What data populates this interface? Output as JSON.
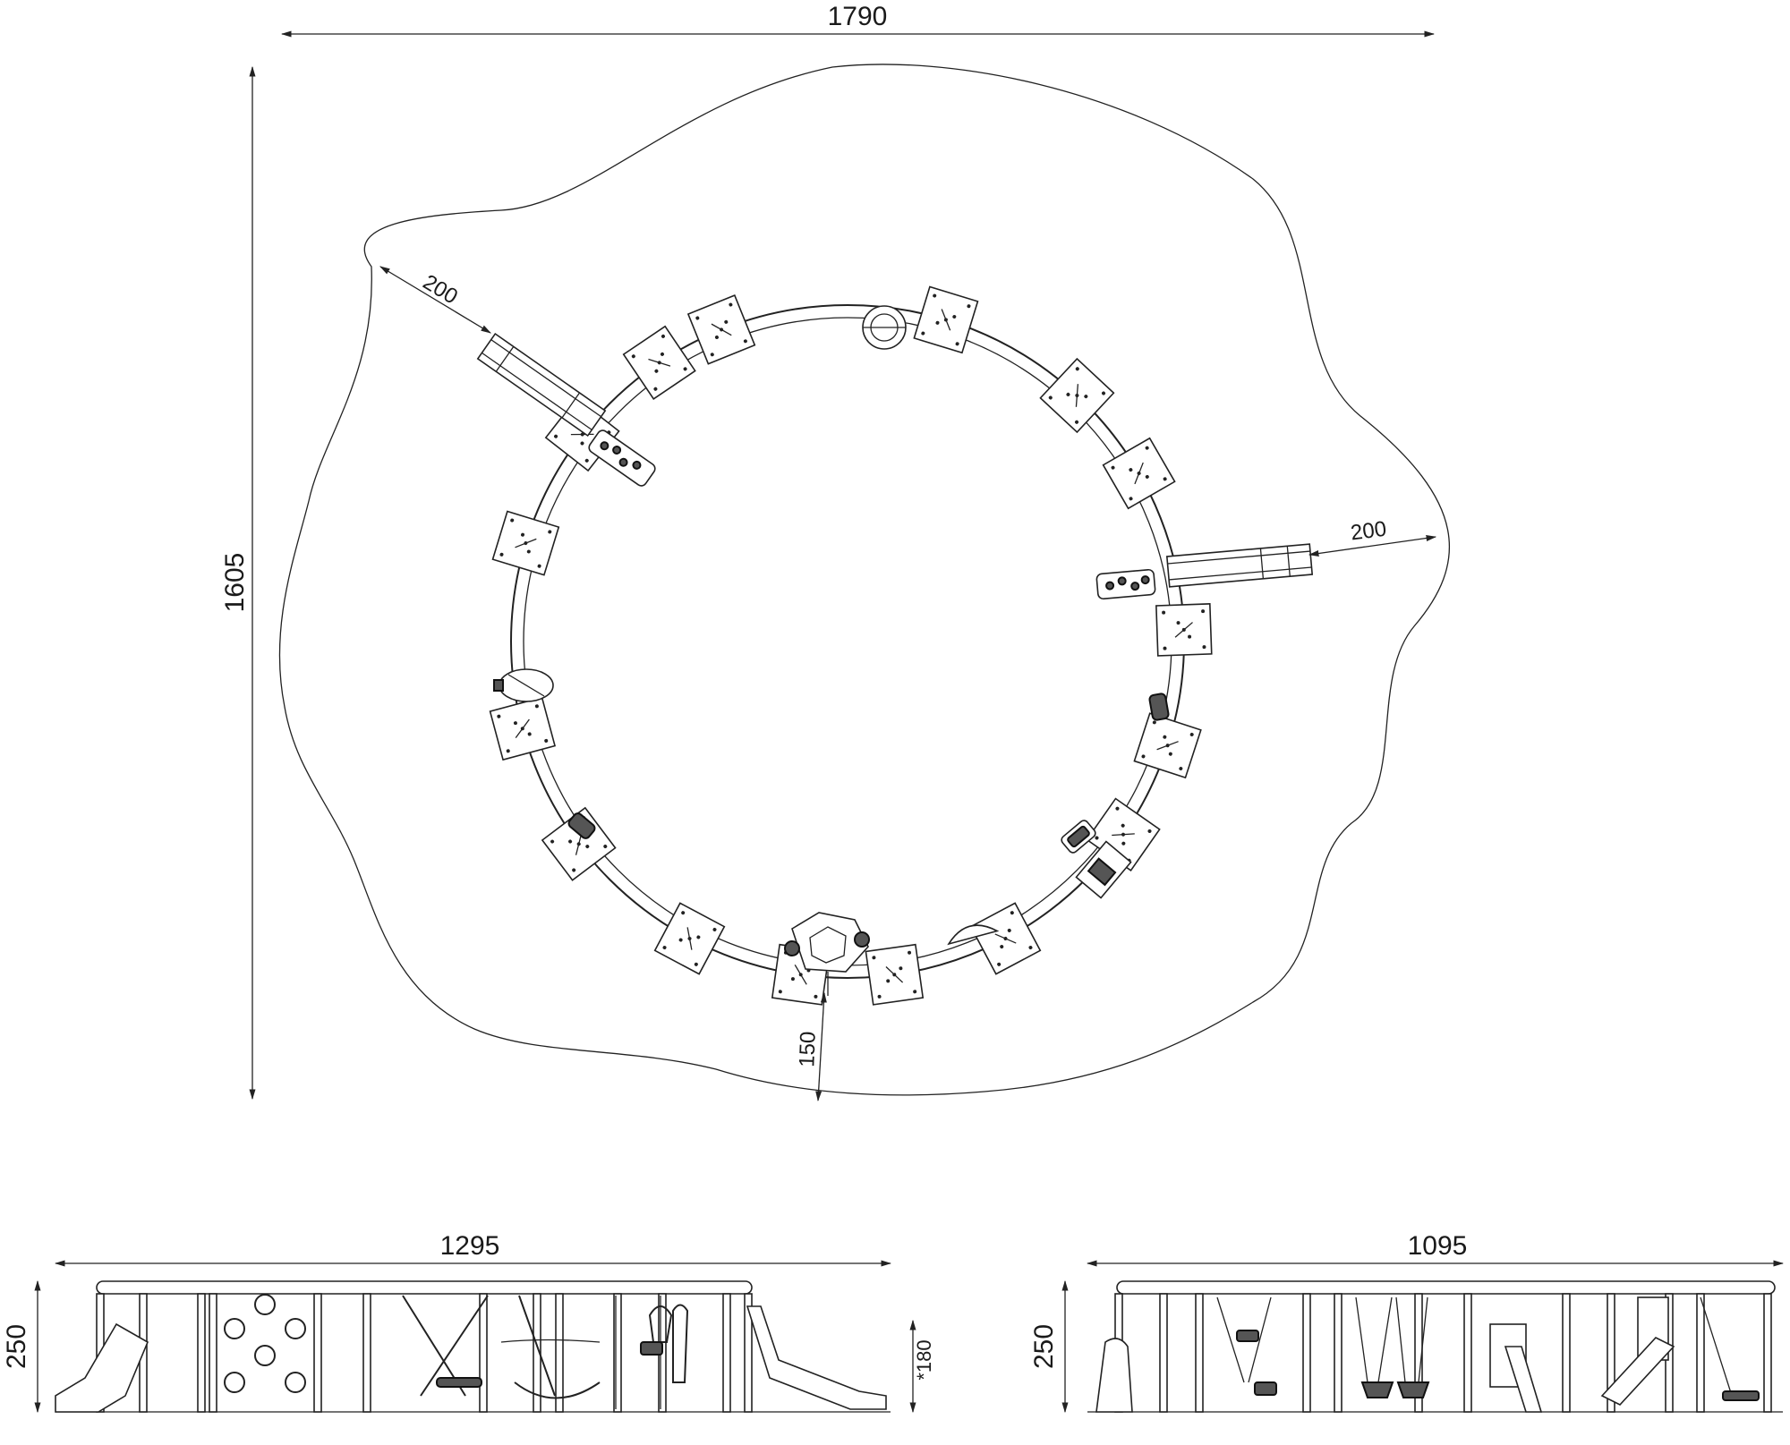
{
  "plan": {
    "width_dim": "1790",
    "height_dim": "1605",
    "clearance_left": "200",
    "clearance_right": "200",
    "clearance_bottom": "150"
  },
  "elevation_front": {
    "width_dim": "1295",
    "height_dim": "250",
    "fall_height_dim": "*180"
  },
  "elevation_side": {
    "width_dim": "1095",
    "height_dim": "250"
  }
}
